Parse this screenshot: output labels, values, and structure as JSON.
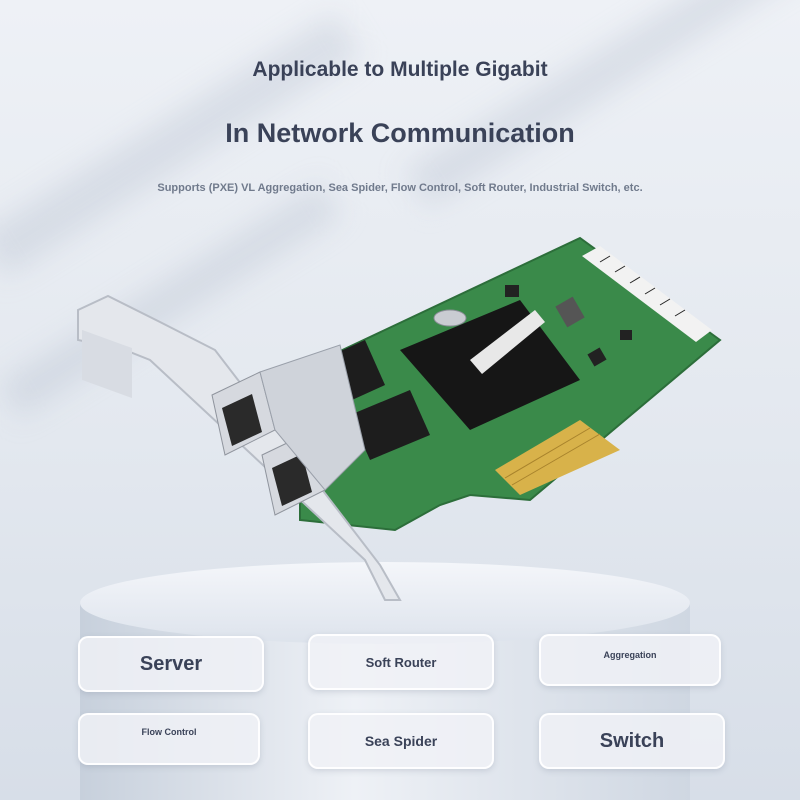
{
  "headline": {
    "line1": "Applicable to Multiple Gigabit",
    "line2": "In Network Communication",
    "subline": "Supports (PXE) VL Aggregation, Sea Spider, Flow Control, Soft Router, Industrial Switch, etc."
  },
  "tags": {
    "server": "Server",
    "soft_router": "Soft Router",
    "aggregation": "Aggregation",
    "flow_control": "Flow Control",
    "sea_spider": "Sea Spider",
    "switch": "Switch"
  },
  "colors": {
    "heading": "#3a4258",
    "pcb_green": "#3a8a4a",
    "heatsink": "#161616",
    "gold_fingers": "#d8b24a"
  }
}
